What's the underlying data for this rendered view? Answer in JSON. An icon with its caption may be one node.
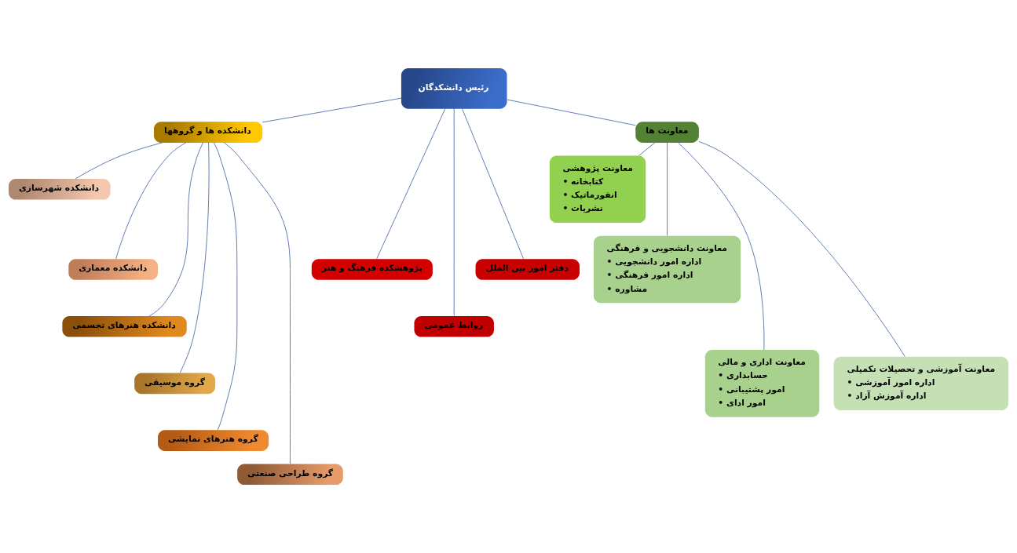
{
  "diagram": {
    "nodes": [
      {
        "text": [
          "رئیس دانشکدگان"
        ]
      },
      {
        "text": [
          "دانشکده ها و گروهها"
        ]
      },
      {
        "text": [
          "پژوهشکده فرهنگ و هنر"
        ]
      },
      {
        "text": [
          "روابط عمومی"
        ]
      },
      {
        "text": [
          "دفتر امور بین الملل"
        ]
      },
      {
        "text": [
          "معاونت ها"
        ]
      },
      {
        "text": [
          "دانشکده شهرسازی"
        ]
      },
      {
        "text": [
          "دانشکده معماری"
        ]
      },
      {
        "text": [
          "دانشکده هنرهای تجسمی"
        ]
      },
      {
        "text": [
          "گروه موسیقی"
        ]
      },
      {
        "text": [
          "گروه هنرهای نمایشی"
        ]
      },
      {
        "text": [
          "گروه طراحی صنعتی"
        ]
      },
      {
        "text": [
          "معاونت پژوهشی",
          "• کتابخانه",
          "• انفورماتیک",
          "• نشریات"
        ]
      },
      {
        "text": [
          "معاونت دانشجویی و فرهنگی",
          "• اداره امور دانشجویی",
          "• اداره امور فرهنگی",
          "• مشاوره"
        ]
      },
      {
        "text": [
          "معاونت اداری و مالی",
          "• حسابداری",
          "• امور پشتیبانی",
          "• امور ادای"
        ]
      },
      {
        "text": [
          "معاونت آموزشی و تحصیلات تکمیلی",
          "• اداره امور آموزشی",
          "• اداره آموزش آزاد"
        ]
      }
    ],
    "edges": [
      {
        "from": 0,
        "to": 1,
        "arrow": "none"
      },
      {
        "from": 0,
        "to": 2,
        "arrow": "none"
      },
      {
        "from": 0,
        "to": 3,
        "arrow": "none"
      },
      {
        "from": 0,
        "to": 4,
        "arrow": "none"
      },
      {
        "from": 0,
        "to": 5,
        "arrow": "none"
      },
      {
        "from": 1,
        "to": 6,
        "arrow": "none"
      },
      {
        "from": 1,
        "to": 7,
        "arrow": "none"
      },
      {
        "from": 1,
        "to": 8,
        "arrow": "none"
      },
      {
        "from": 1,
        "to": 9,
        "arrow": "none"
      },
      {
        "from": 1,
        "to": 10,
        "arrow": "none"
      },
      {
        "from": 1,
        "to": 11,
        "arrow": "none"
      },
      {
        "from": 5,
        "to": 12,
        "arrow": "none"
      },
      {
        "from": 5,
        "to": 13,
        "arrow": "none"
      },
      {
        "from": 5,
        "to": 14,
        "arrow": "none"
      },
      {
        "from": 5,
        "to": 15,
        "arrow": "none"
      }
    ]
  }
}
